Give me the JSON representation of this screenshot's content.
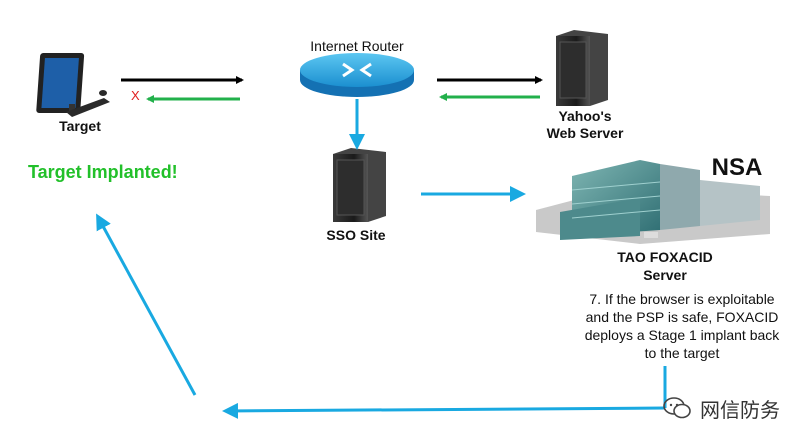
{
  "title": "",
  "nodes": {
    "target": "Target",
    "router": "Internet Router",
    "yahoo_line1": "Yahoo's",
    "yahoo_line2": "Web Server",
    "sso": "SSO Site",
    "nsa": "NSA",
    "foxacid_line1": "TAO FOXACID",
    "foxacid_line2": "Server"
  },
  "status": "Target Implanted!",
  "blocked_marker": "X",
  "step_note": {
    "line1": "7. If the browser is exploitable",
    "line2": "and the PSP is safe, FOXACID",
    "line3": "deploys a Stage 1 implant back",
    "line4": "to the target"
  },
  "watermark": "网信防务",
  "colors": {
    "request_arrow": "#000000",
    "response_arrow": "#22b04b",
    "implant_path": "#19a9e1",
    "blocked": "#e02020",
    "status_text": "#22c02a"
  }
}
